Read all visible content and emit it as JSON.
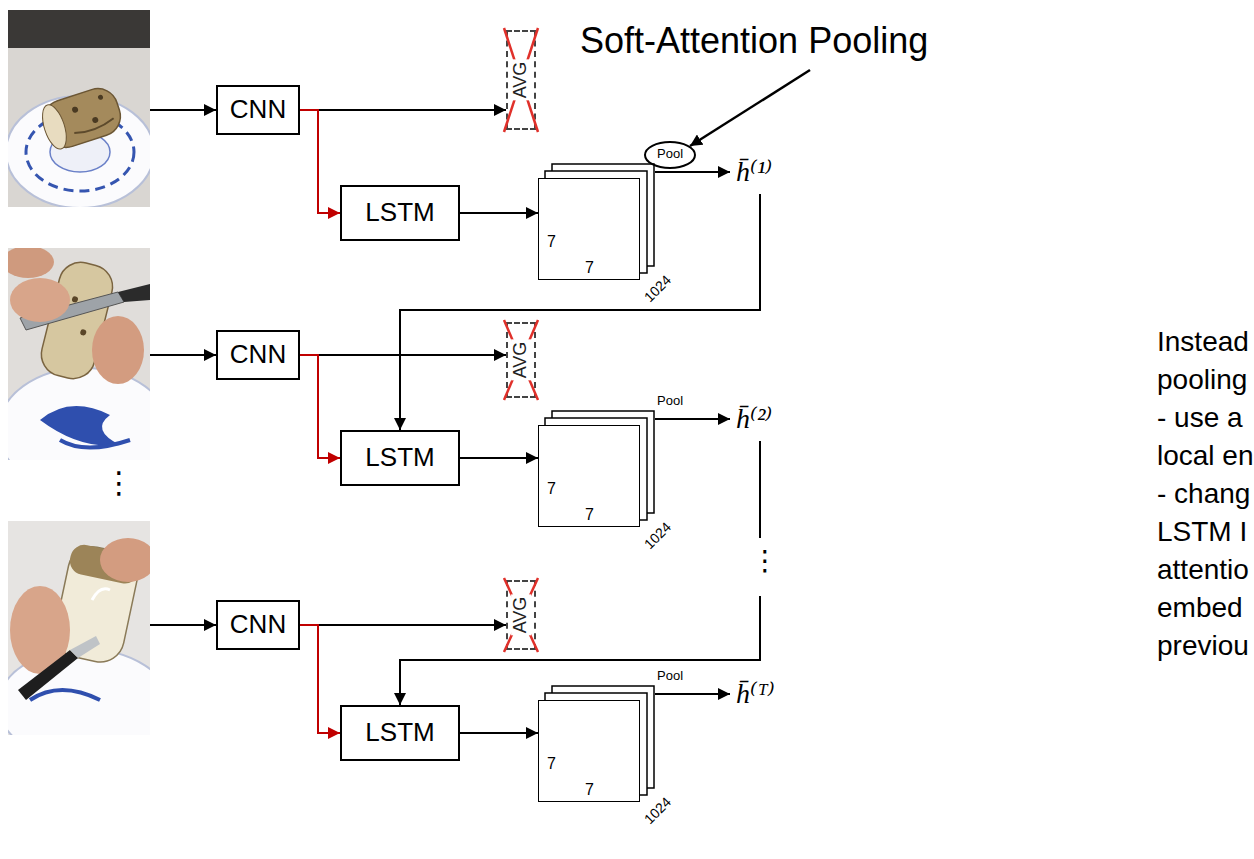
{
  "diagram": {
    "nodes": [
      {
        "text": [
          "CNN"
        ]
      },
      {
        "text": [
          "AVG"
        ]
      },
      {
        "text": [
          "LSTM"
        ]
      },
      {
        "text": [
          "7",
          "7",
          "1024"
        ]
      },
      {
        "text": [
          "CNN"
        ]
      },
      {
        "text": [
          "AVG"
        ]
      },
      {
        "text": [
          "LSTM"
        ]
      },
      {
        "text": [
          "7",
          "7",
          "1024"
        ]
      },
      {
        "text": [
          "CNN"
        ]
      },
      {
        "text": [
          "AVG"
        ]
      },
      {
        "text": [
          "LSTM"
        ]
      },
      {
        "text": [
          "7",
          "7",
          "1024"
        ]
      }
    ],
    "edges": [
      {
        "from": 0,
        "to": 1,
        "arrow": "to"
      },
      {
        "from": 0,
        "to": 2,
        "arrow": "to"
      },
      {
        "from": 2,
        "to": 3,
        "arrow": "to"
      },
      {
        "from": 4,
        "to": 5,
        "arrow": "to"
      },
      {
        "from": 4,
        "to": 6,
        "arrow": "to"
      },
      {
        "from": 6,
        "to": 7,
        "arrow": "to"
      },
      {
        "from": 8,
        "to": 9,
        "arrow": "to"
      },
      {
        "from": 8,
        "to": 10,
        "arrow": "to"
      },
      {
        "from": 10,
        "to": 11,
        "arrow": "to"
      }
    ],
    "labels": [
      "Soft-Attention Pooling",
      "Pool",
      "h̄⁽¹⁾",
      "Pool",
      "h̄⁽²⁾",
      "Pool",
      "h̄⁽ᵀ⁾",
      "⋮",
      "⋮",
      "Instead",
      "pooling",
      "- use a",
      "local en",
      "- chang",
      "LSTM I",
      "attentio",
      "embed",
      "previou"
    ]
  }
}
